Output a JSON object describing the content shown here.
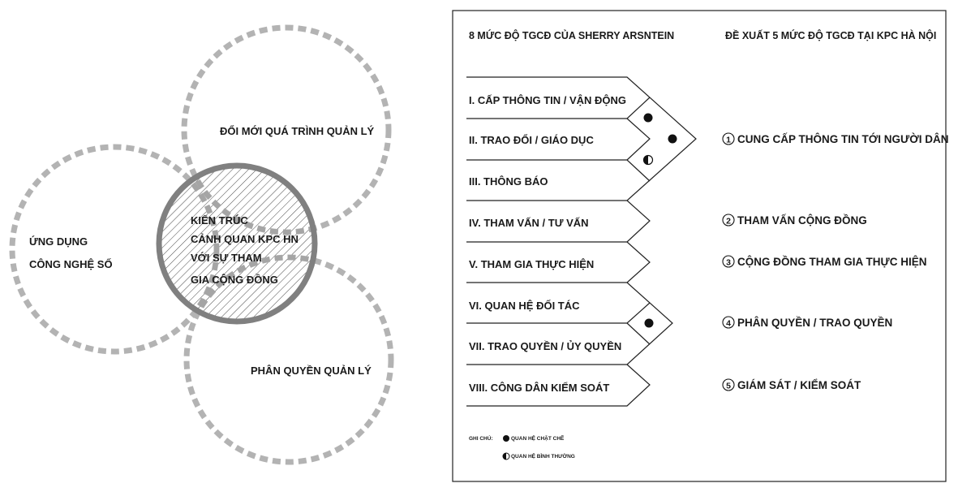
{
  "venn": {
    "center_lines": [
      "KIẾN TRÚC",
      "CẢNH QUAN KPC HN",
      "VỚI SỰ THAM",
      "GIA CỘNG ĐỒNG"
    ],
    "top_label": "ĐỔI MỚI QUÁ TRÌNH QUẢN LÝ",
    "left_lines": [
      "ỨNG DỤNG",
      "CÔNG NGHỆ SỐ"
    ],
    "bottom_label": "PHÂN QUYỀN QUẢN LÝ"
  },
  "ladder": {
    "left_title": "8 MỨC ĐỘ TGCĐ CỦA SHERRY ARSNTEIN",
    "right_title": "ĐỀ XUẤT 5 MỨC ĐỘ TGCĐ TẠI KPC HÀ NỘI",
    "levels": [
      "I. CẤP THÔNG TIN / VẬN ĐỘNG",
      "II. TRAO ĐỔI / GIÁO DỤC",
      "III. THÔNG BÁO",
      "IV. THAM VẤN / TƯ VẤN",
      "V. THAM GIA THỰC HIỆN",
      "VI. QUAN HỆ ĐỐI TÁC",
      "VII. TRAO QUYỀN / ỦY QUYỀN",
      "VIII. CÔNG DÂN KIỂM SOÁT"
    ],
    "proposals": [
      {
        "num": "1",
        "text": "CUNG CẤP THÔNG TIN TỚI NGƯỜI DÂN"
      },
      {
        "num": "2",
        "text": "THAM VẤN CỘNG ĐỒNG"
      },
      {
        "num": "3",
        "text": "CỘNG ĐỒNG THAM GIA THỰC HIỆN"
      },
      {
        "num": "4",
        "text": "PHÂN QUYỀN / TRAO QUYỀN"
      },
      {
        "num": "5",
        "text": "GIÁM SÁT / KIỂM SOÁT"
      }
    ],
    "legend": {
      "label": "GHI CHÚ:",
      "strong": "QUAN HỆ CHẶT CHẼ",
      "normal": "QUAN HỆ BÌNH THƯỜNG"
    }
  }
}
